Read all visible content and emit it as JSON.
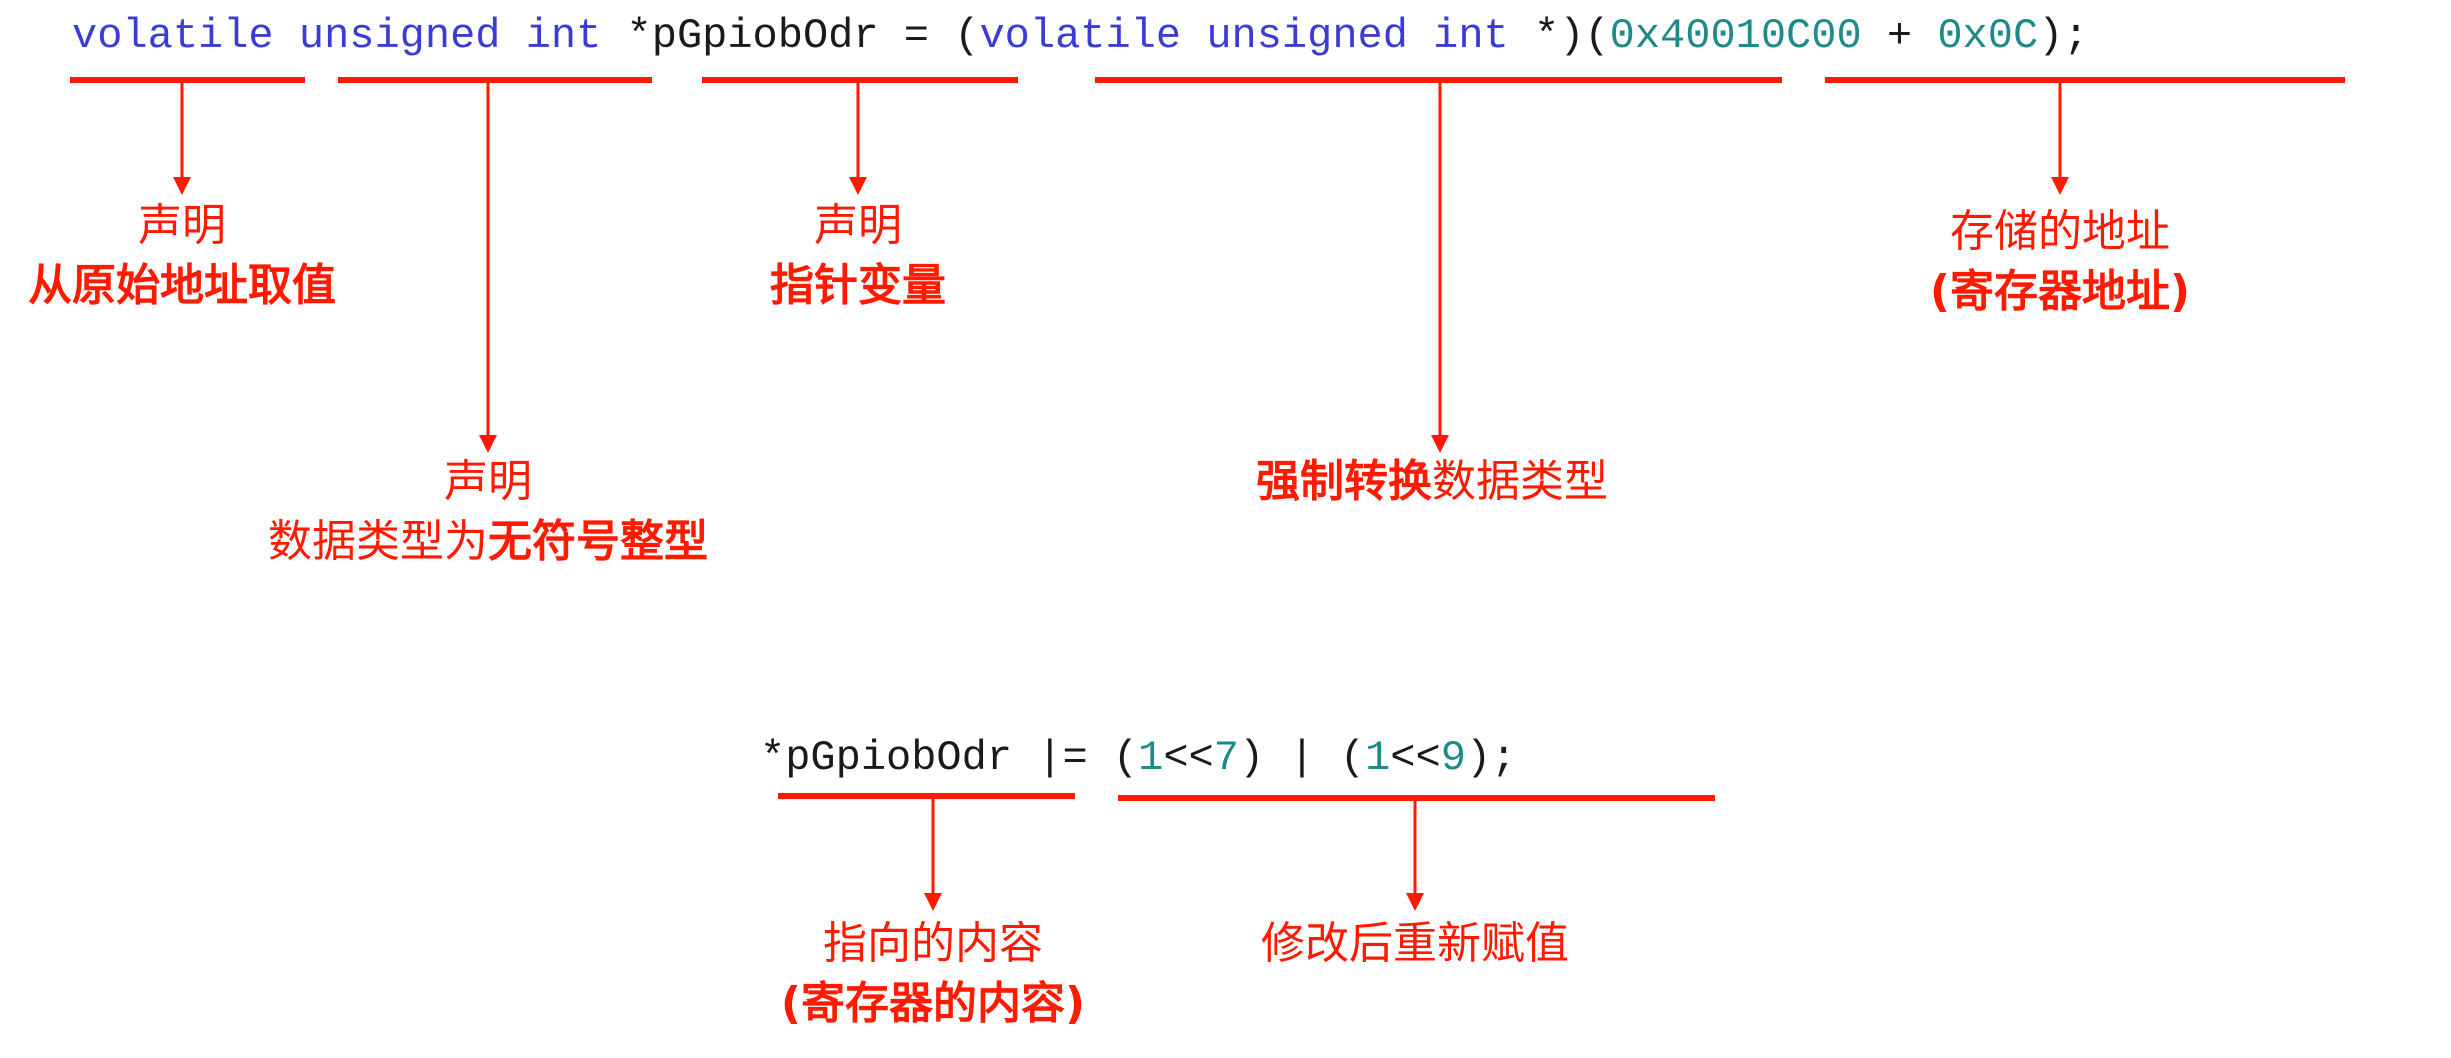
{
  "line1": {
    "volatile": "volatile",
    "unsigned_int": "unsigned int",
    "ptr_name": "*pGpiobOdr",
    "eq": "=",
    "cast_open": "(",
    "cast_volatile": "volatile",
    "cast_unsigned_int": "unsigned int",
    "cast_star_close": "*)",
    "addr_open": "(",
    "addr_base": "0x40010C00",
    "addr_plus": "+",
    "addr_offset": "0x0C",
    "addr_close": ");"
  },
  "line2": {
    "ptr_name": "*pGpiobOdr",
    "op": "|=",
    "p1_open": "(",
    "p1_one": "1",
    "p1_shift": "<<",
    "p1_seven": "7",
    "p1_close": ")",
    "bitor": "|",
    "p2_open": "(",
    "p2_one": "1",
    "p2_shift": "<<",
    "p2_nine": "9",
    "p2_close": ");"
  },
  "annotations": {
    "volatile": {
      "line1": "声明",
      "line2_bold": "从原始地址取值"
    },
    "unsigned_int": {
      "line1": "声明",
      "line2_plain": "数据类型为",
      "line2_bold": "无符号整型"
    },
    "ptr": {
      "line1": "声明",
      "line2_bold": "指针变量"
    },
    "cast": {
      "bold": "强制转换",
      "plain": "数据类型"
    },
    "address": {
      "line1": "存储的地址",
      "line2_bold": "(寄存器地址)"
    },
    "deref": {
      "line1": "指向的内容",
      "line2_bold": "(寄存器的内容)"
    },
    "assign": {
      "line1": "修改后重新赋值"
    }
  },
  "colors": {
    "annotation": "#ff1a00",
    "keyword": "#3b3bd6",
    "number": "#1f8a8a",
    "plain": "#1a1a1a"
  }
}
